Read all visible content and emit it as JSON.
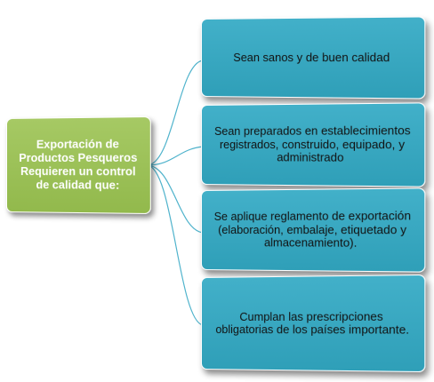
{
  "root": {
    "text": "Exportación de Productos Pesqueros Requieren un control de calidad que:"
  },
  "children": [
    {
      "text": "Sean sanos y de buen calidad"
    },
    {
      "text": "Sean preparados en establecimientos registrados, construido, equipado, y administrado"
    },
    {
      "text": "Se aplique reglamento de exportación (elaboración, embalaje, etiquetado y almacenamiento)."
    },
    {
      "text": "Cumplan las prescripciones obligatorias de los países importante."
    }
  ],
  "colors": {
    "root_fill": "#9bc157",
    "child_fill": "#3aa8c1",
    "connector": "#4fb3cc"
  }
}
